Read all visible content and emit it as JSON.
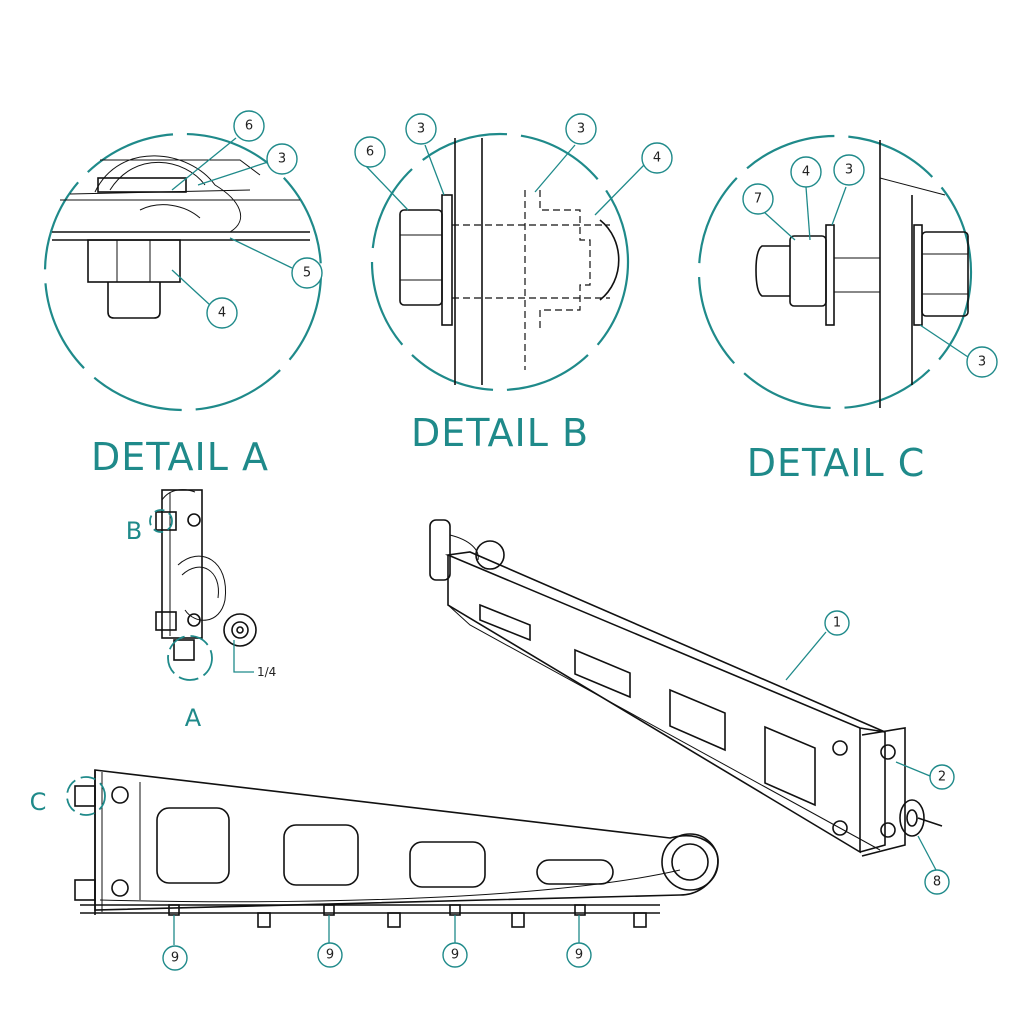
{
  "details": {
    "a": {
      "title": "DETAIL A"
    },
    "b": {
      "title": "DETAIL B"
    },
    "c": {
      "title": "DETAIL C"
    }
  },
  "view_labels": {
    "a": "A",
    "b": "B",
    "c": "C"
  },
  "note_quarter": "1/4",
  "item_numbers": {
    "n1": "1",
    "n2": "2",
    "n3": "3",
    "n4": "4",
    "n5": "5",
    "n6": "6",
    "n7": "7",
    "n8": "8",
    "n9": "9"
  },
  "colors": {
    "accent": "#1f8a8a",
    "line": "#111111"
  }
}
